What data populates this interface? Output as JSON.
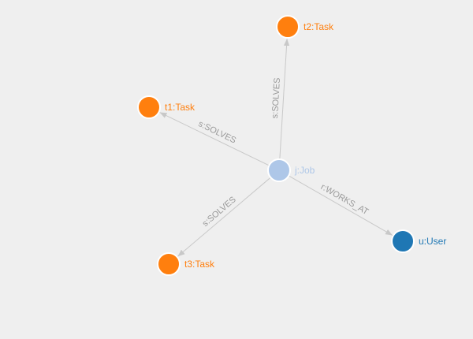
{
  "graph": {
    "nodes": [
      {
        "id": "job",
        "label": "j:Job",
        "color": "#aec7e8",
        "label_color": "#aec7e8"
      },
      {
        "id": "t1",
        "label": "t1:Task",
        "color": "#ff7f0e",
        "label_color": "#ff7f0e"
      },
      {
        "id": "t2",
        "label": "t2:Task",
        "color": "#ff7f0e",
        "label_color": "#ff7f0e"
      },
      {
        "id": "t3",
        "label": "t3:Task",
        "color": "#ff7f0e",
        "label_color": "#ff7f0e"
      },
      {
        "id": "user",
        "label": "u:User",
        "color": "#1f77b4",
        "label_color": "#1f77b4"
      }
    ],
    "edges": [
      {
        "id": "e1",
        "source": "job",
        "target": "t1",
        "label": "s:SOLVES"
      },
      {
        "id": "e2",
        "source": "job",
        "target": "t2",
        "label": "s:SOLVES"
      },
      {
        "id": "e3",
        "source": "job",
        "target": "t3",
        "label": "s:SOLVES"
      },
      {
        "id": "e4",
        "source": "job",
        "target": "user",
        "label": "r:WORKS_AT"
      }
    ],
    "edge_color": "#c8c8c8"
  }
}
